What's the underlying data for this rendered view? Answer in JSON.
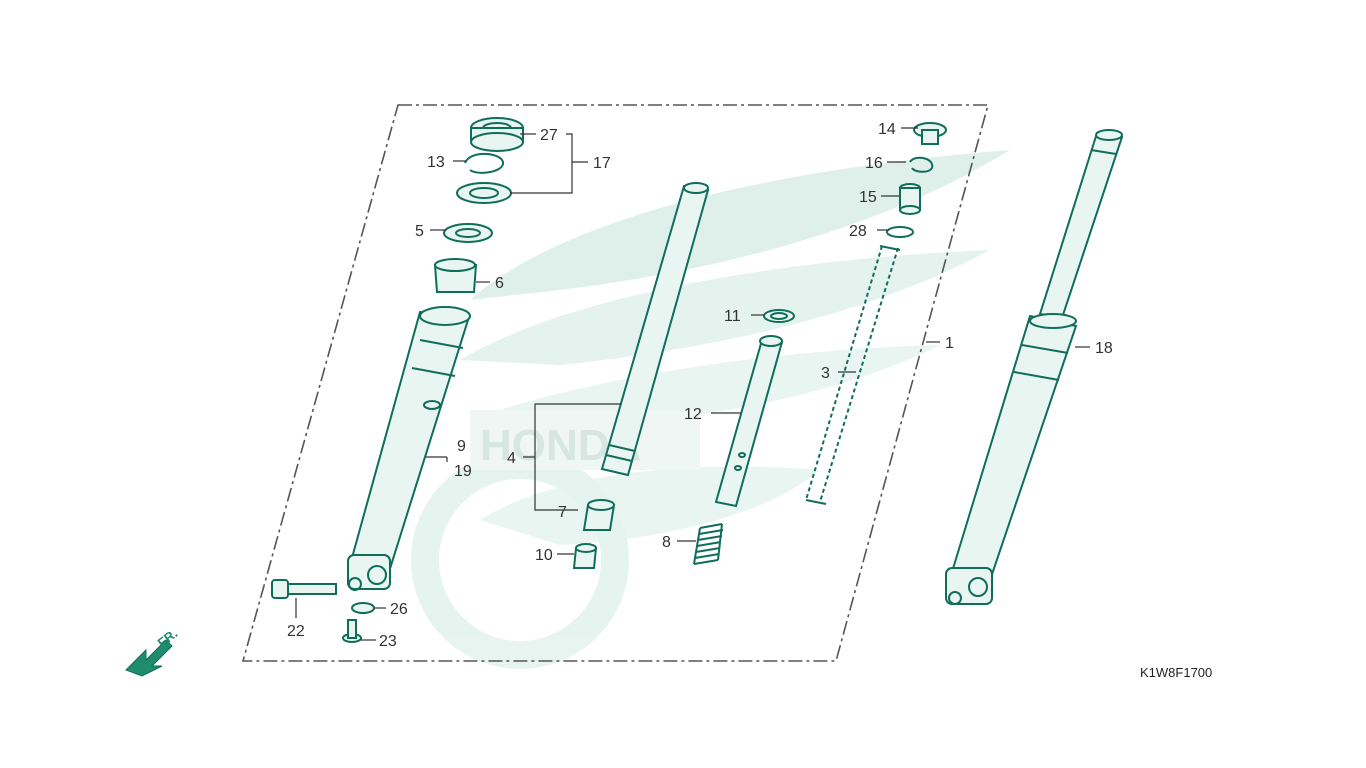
{
  "diagram_code": "K1W8F1700",
  "front_marker": "FR.",
  "colors": {
    "part_outline": "#0f6e5a",
    "part_fill": "#e9f5f1",
    "watermark": "#d9efe8",
    "label_text": "#333333",
    "frame_dash": "#555555"
  },
  "icons": [
    "front-direction-arrow-icon",
    "honda-wing-watermark"
  ],
  "labels": {
    "p1": "1",
    "p3": "3",
    "p4": "4",
    "p5": "5",
    "p6": "6",
    "p7": "7",
    "p8": "8",
    "p9": "9",
    "p10": "10",
    "p11": "11",
    "p12": "12",
    "p13": "13",
    "p14": "14",
    "p15": "15",
    "p16": "16",
    "p17": "17",
    "p18": "18",
    "p19": "19",
    "p22": "22",
    "p23": "23",
    "p26": "26",
    "p27": "27",
    "p28": "28"
  }
}
